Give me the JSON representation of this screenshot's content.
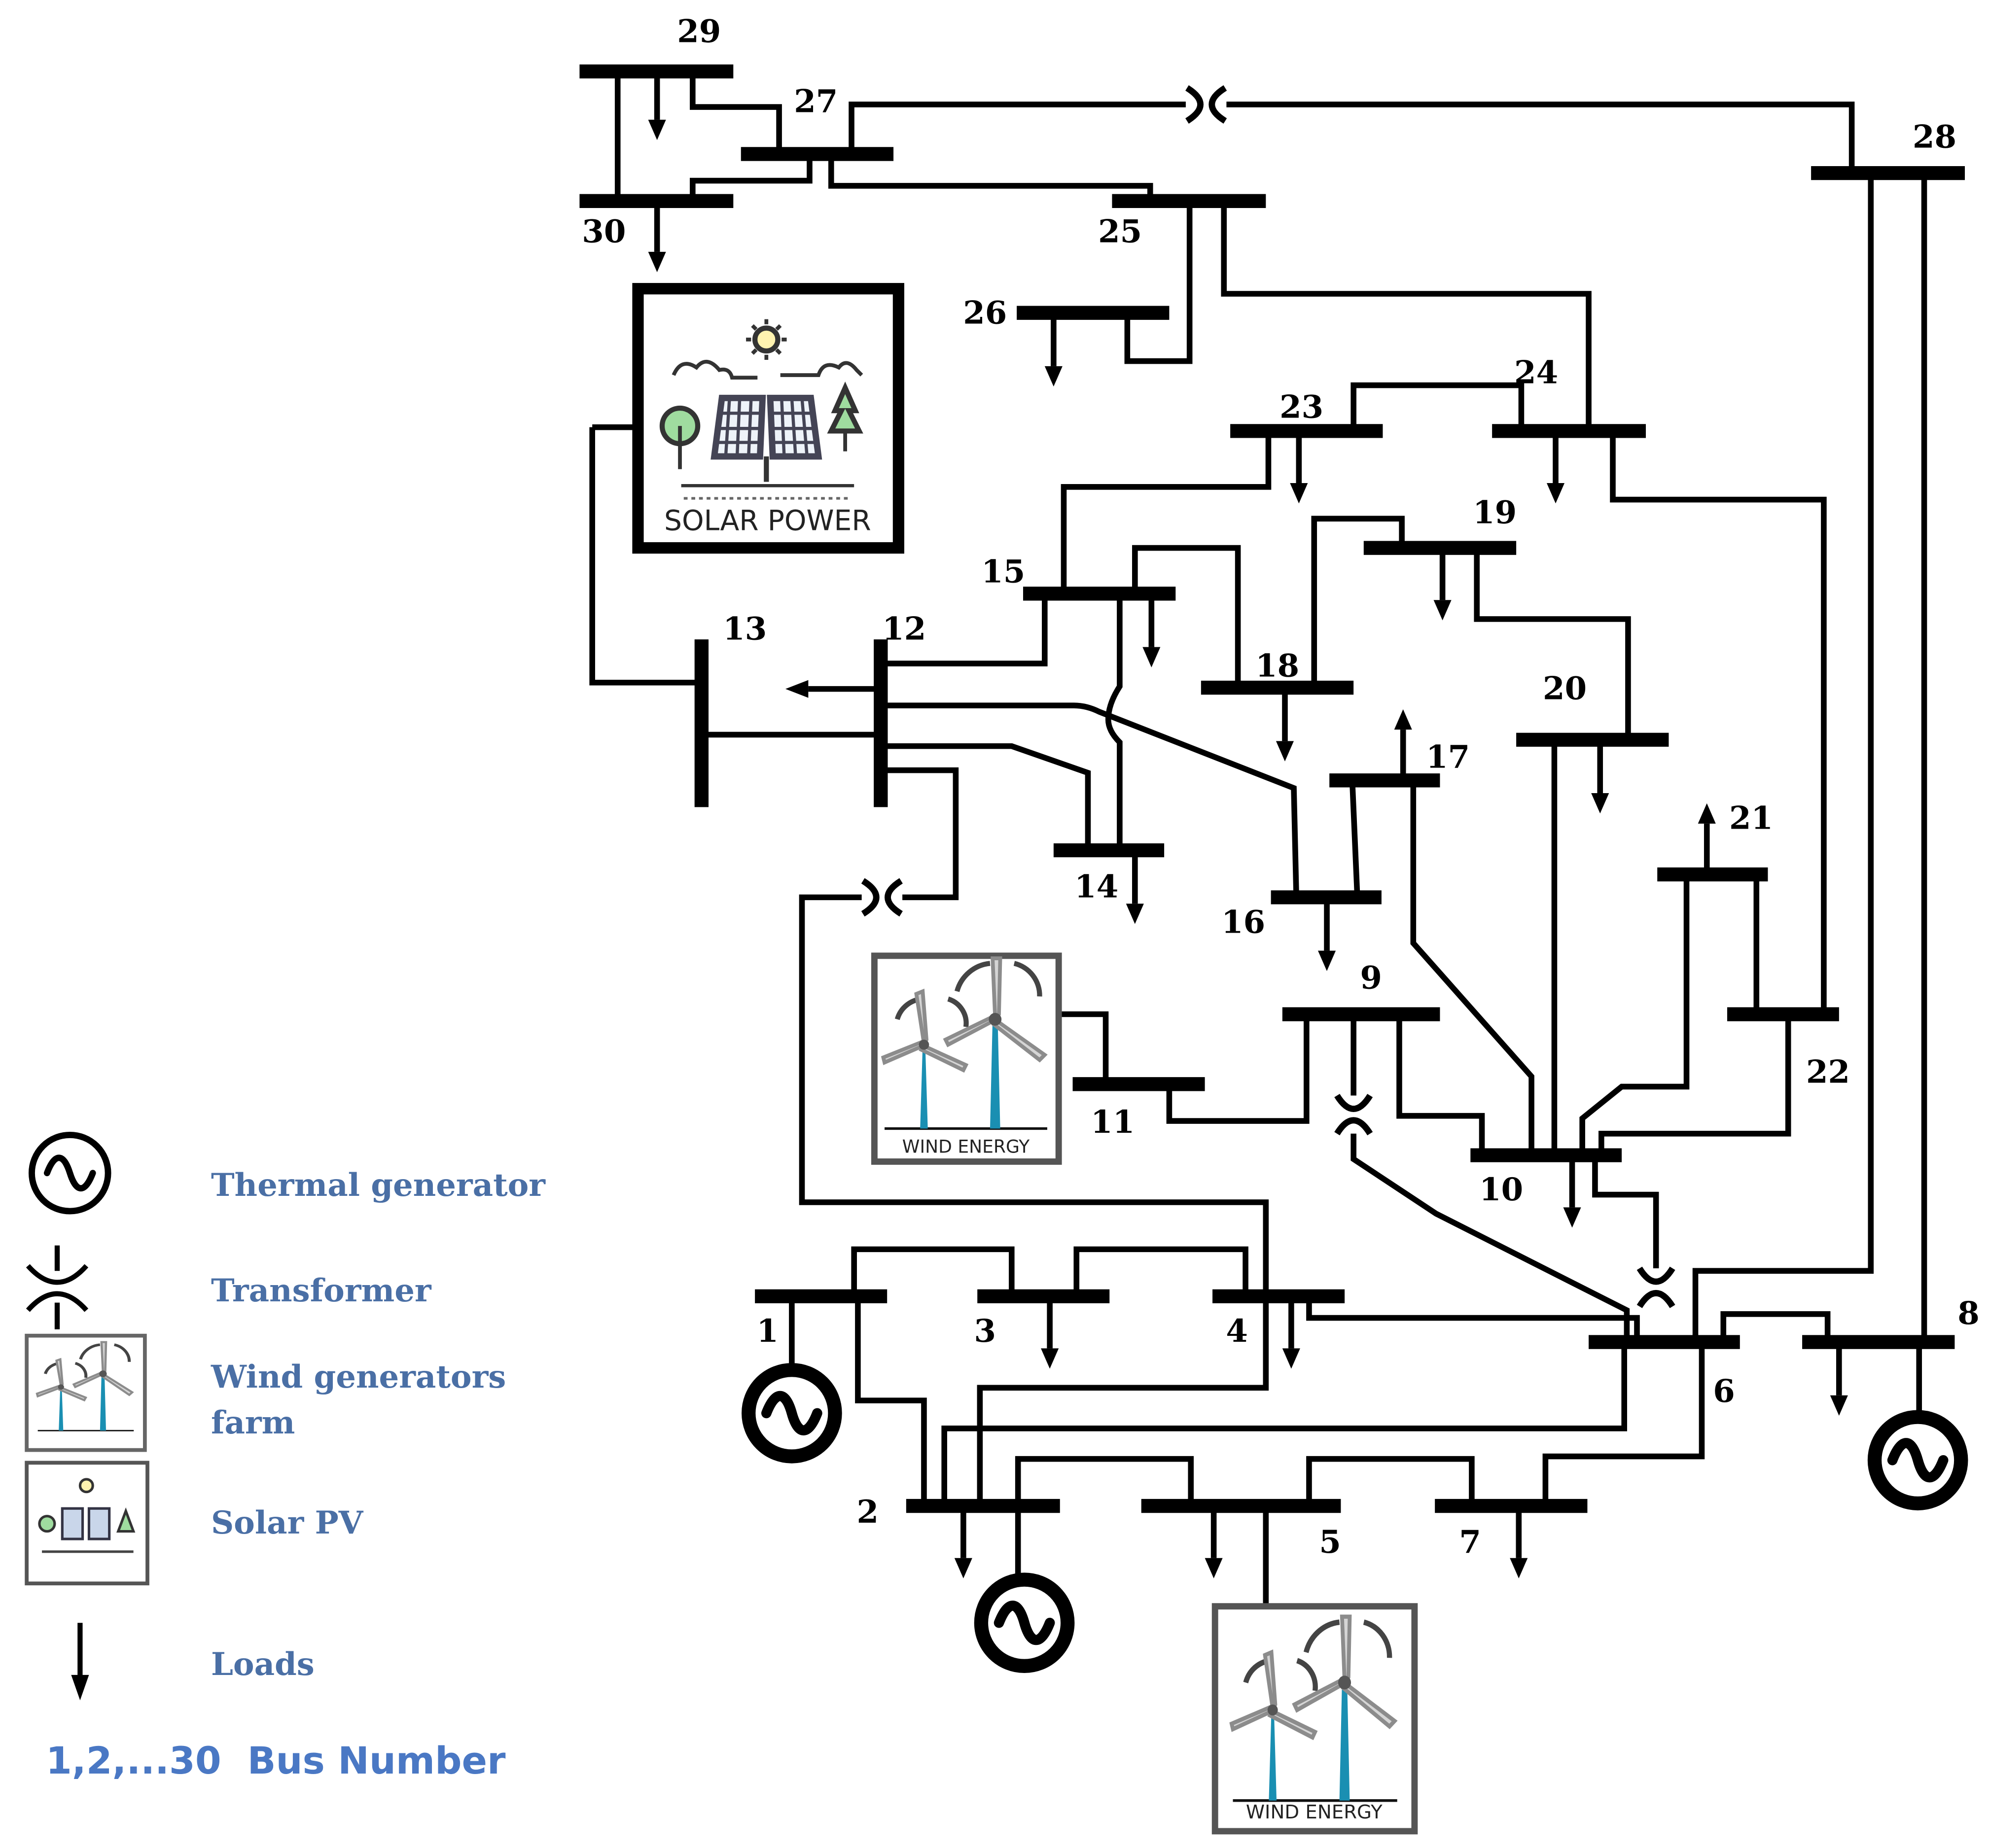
{
  "bus_labels": {
    "b1": "1",
    "b2": "2",
    "b3": "3",
    "b4": "4",
    "b5": "5",
    "b6": "6",
    "b7": "7",
    "b8": "8",
    "b9": "9",
    "b10": "10",
    "b11": "11",
    "b12": "12",
    "b13": "13",
    "b14": "14",
    "b15": "15",
    "b16": "16",
    "b17": "17",
    "b18": "18",
    "b19": "19",
    "b20": "20",
    "b21": "21",
    "b22": "22",
    "b23": "23",
    "b24": "24",
    "b25": "25",
    "b26": "26",
    "b27": "27",
    "b28": "28",
    "b29": "29",
    "b30": "30"
  },
  "pictures": {
    "solar_caption": "SOLAR POWER",
    "wind_caption": "WIND ENERGY"
  },
  "legend": {
    "thermal": "Thermal generator",
    "transformer": "Transformer",
    "wind_line1": "Wind generators",
    "wind_line2": "farm",
    "solar": "Solar PV",
    "loads": "Loads",
    "bus_number": "1,2,...30  Bus Number"
  }
}
